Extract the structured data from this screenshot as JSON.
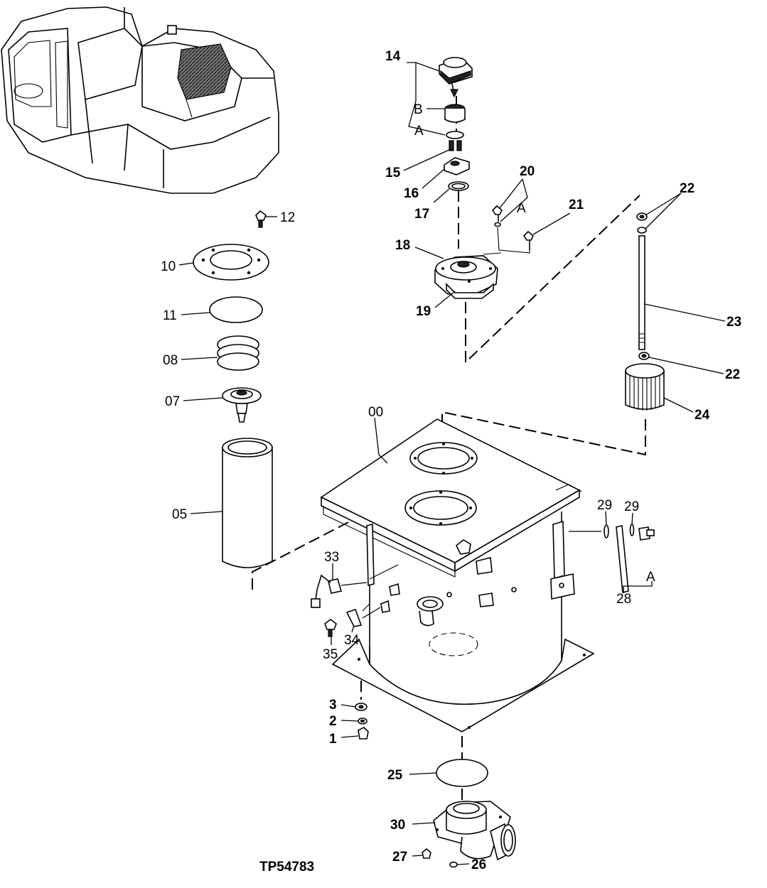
{
  "figure_id": "TP54783",
  "callouts": {
    "c14": "14",
    "cB": "B",
    "cA1": "A",
    "c15": "15",
    "c16": "16",
    "c17": "17",
    "c20": "20",
    "cA2": "A",
    "c21": "21",
    "c18": "18",
    "c19": "19",
    "c22a": "22",
    "c23": "23",
    "c22b": "22",
    "c24": "24",
    "c12": "12",
    "c10": "10",
    "c11": "11",
    "c08": "08",
    "c07": "07",
    "c05": "05",
    "c00": "00",
    "c29a": "29",
    "c29b": "29",
    "cA3": "A",
    "c28": "28",
    "c33": "33",
    "c34": "34",
    "c35": "35",
    "c3": "3",
    "c2": "2",
    "c1": "1",
    "c25": "25",
    "c30": "30",
    "c27": "27",
    "c26": "26"
  }
}
